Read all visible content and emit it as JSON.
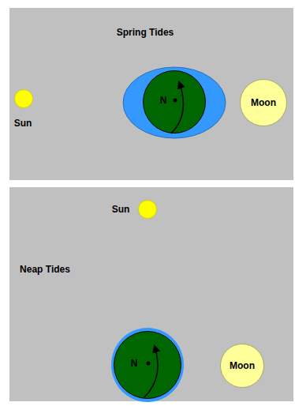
{
  "diagram": {
    "nodes": [
      {
        "text": [
          "Sun"
        ]
      },
      {
        "text": [
          "N"
        ]
      },
      {
        "text": [
          "Moon"
        ]
      },
      {
        "text": [
          "Sun"
        ]
      },
      {
        "text": [
          "N"
        ]
      },
      {
        "text": [
          "Moon"
        ]
      }
    ],
    "labels": [
      "Spring Tides",
      "Neap Tides"
    ]
  }
}
